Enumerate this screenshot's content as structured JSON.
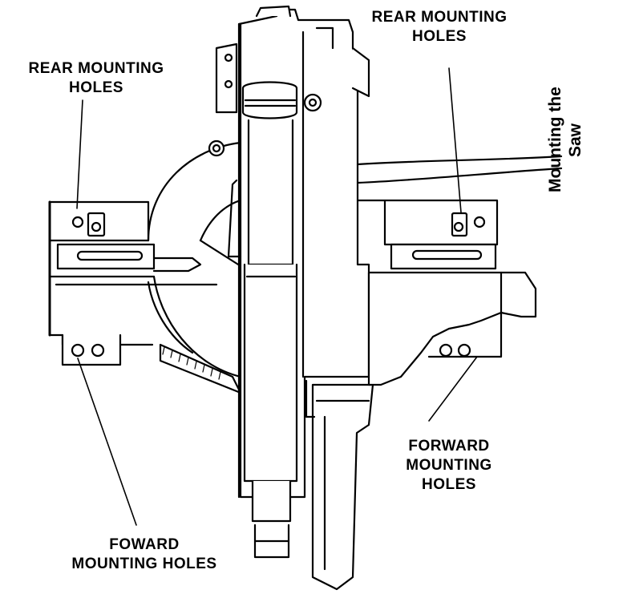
{
  "diagram": {
    "side_title": [
      "Mounting the",
      "Saw"
    ],
    "labels": {
      "rear_left": [
        "REAR MOUNTING",
        "HOLES"
      ],
      "rear_right": [
        "REAR MOUNTING",
        "HOLES"
      ],
      "forward_right": [
        "FORWARD",
        "MOUNTING",
        "HOLES"
      ],
      "foward_left": [
        "FOWARD",
        "MOUNTING HOLES"
      ]
    }
  }
}
